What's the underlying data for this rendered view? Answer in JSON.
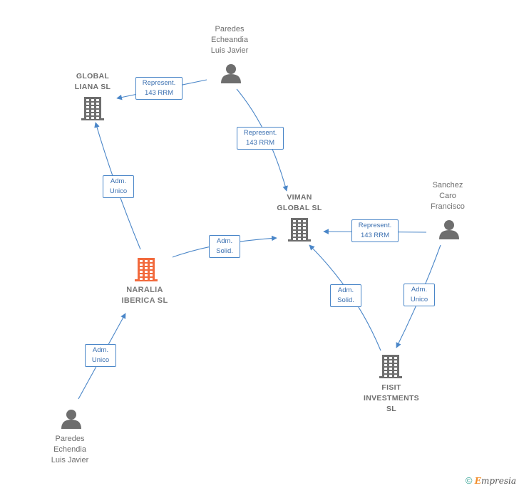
{
  "nodes": {
    "paredes_echeandia": {
      "label": "Paredes\nEcheandia\nLuis Javier",
      "kind": "person"
    },
    "global_liana": {
      "label": "GLOBAL\nLIANA  SL",
      "kind": "company"
    },
    "viman_global": {
      "label": "VIMAN\nGLOBAL  SL",
      "kind": "company"
    },
    "sanchez_caro": {
      "label": "Sanchez\nCaro\nFrancisco",
      "kind": "person"
    },
    "naralia_iberica": {
      "label": "NARALIA\nIBERICA  SL",
      "kind": "company",
      "highlight": true
    },
    "fisit_investments": {
      "label": "FISIT\nINVESTMENTS\nSL",
      "kind": "company"
    },
    "paredes_echendia": {
      "label": "Paredes\nEchendia\nLuis Javier",
      "kind": "person"
    }
  },
  "edges": [
    {
      "id": "e1",
      "from": "paredes_echeandia",
      "to": "global_liana",
      "label": "Represent.\n143 RRM"
    },
    {
      "id": "e2",
      "from": "paredes_echeandia",
      "to": "viman_global",
      "label": "Represent.\n143 RRM"
    },
    {
      "id": "e3",
      "from": "sanchez_caro",
      "to": "viman_global",
      "label": "Represent.\n143 RRM"
    },
    {
      "id": "e4",
      "from": "naralia_iberica",
      "to": "global_liana",
      "label": "Adm.\nUnico"
    },
    {
      "id": "e5",
      "from": "naralia_iberica",
      "to": "viman_global",
      "label": "Adm.\nSolid."
    },
    {
      "id": "e6",
      "from": "fisit_investments",
      "to": "viman_global",
      "label": "Adm.\nSolid."
    },
    {
      "id": "e7",
      "from": "sanchez_caro",
      "to": "fisit_investments",
      "label": "Adm.\nUnico"
    },
    {
      "id": "e8",
      "from": "paredes_echendia",
      "to": "naralia_iberica",
      "label": "Adm.\nUnico"
    }
  ],
  "colors": {
    "edge": "#4a86c8",
    "icon": "#6e6e6e",
    "highlight": "#f26a3d"
  },
  "footer": {
    "copyright": "©",
    "brand_initial": "E",
    "brand_rest": "mpresia"
  }
}
